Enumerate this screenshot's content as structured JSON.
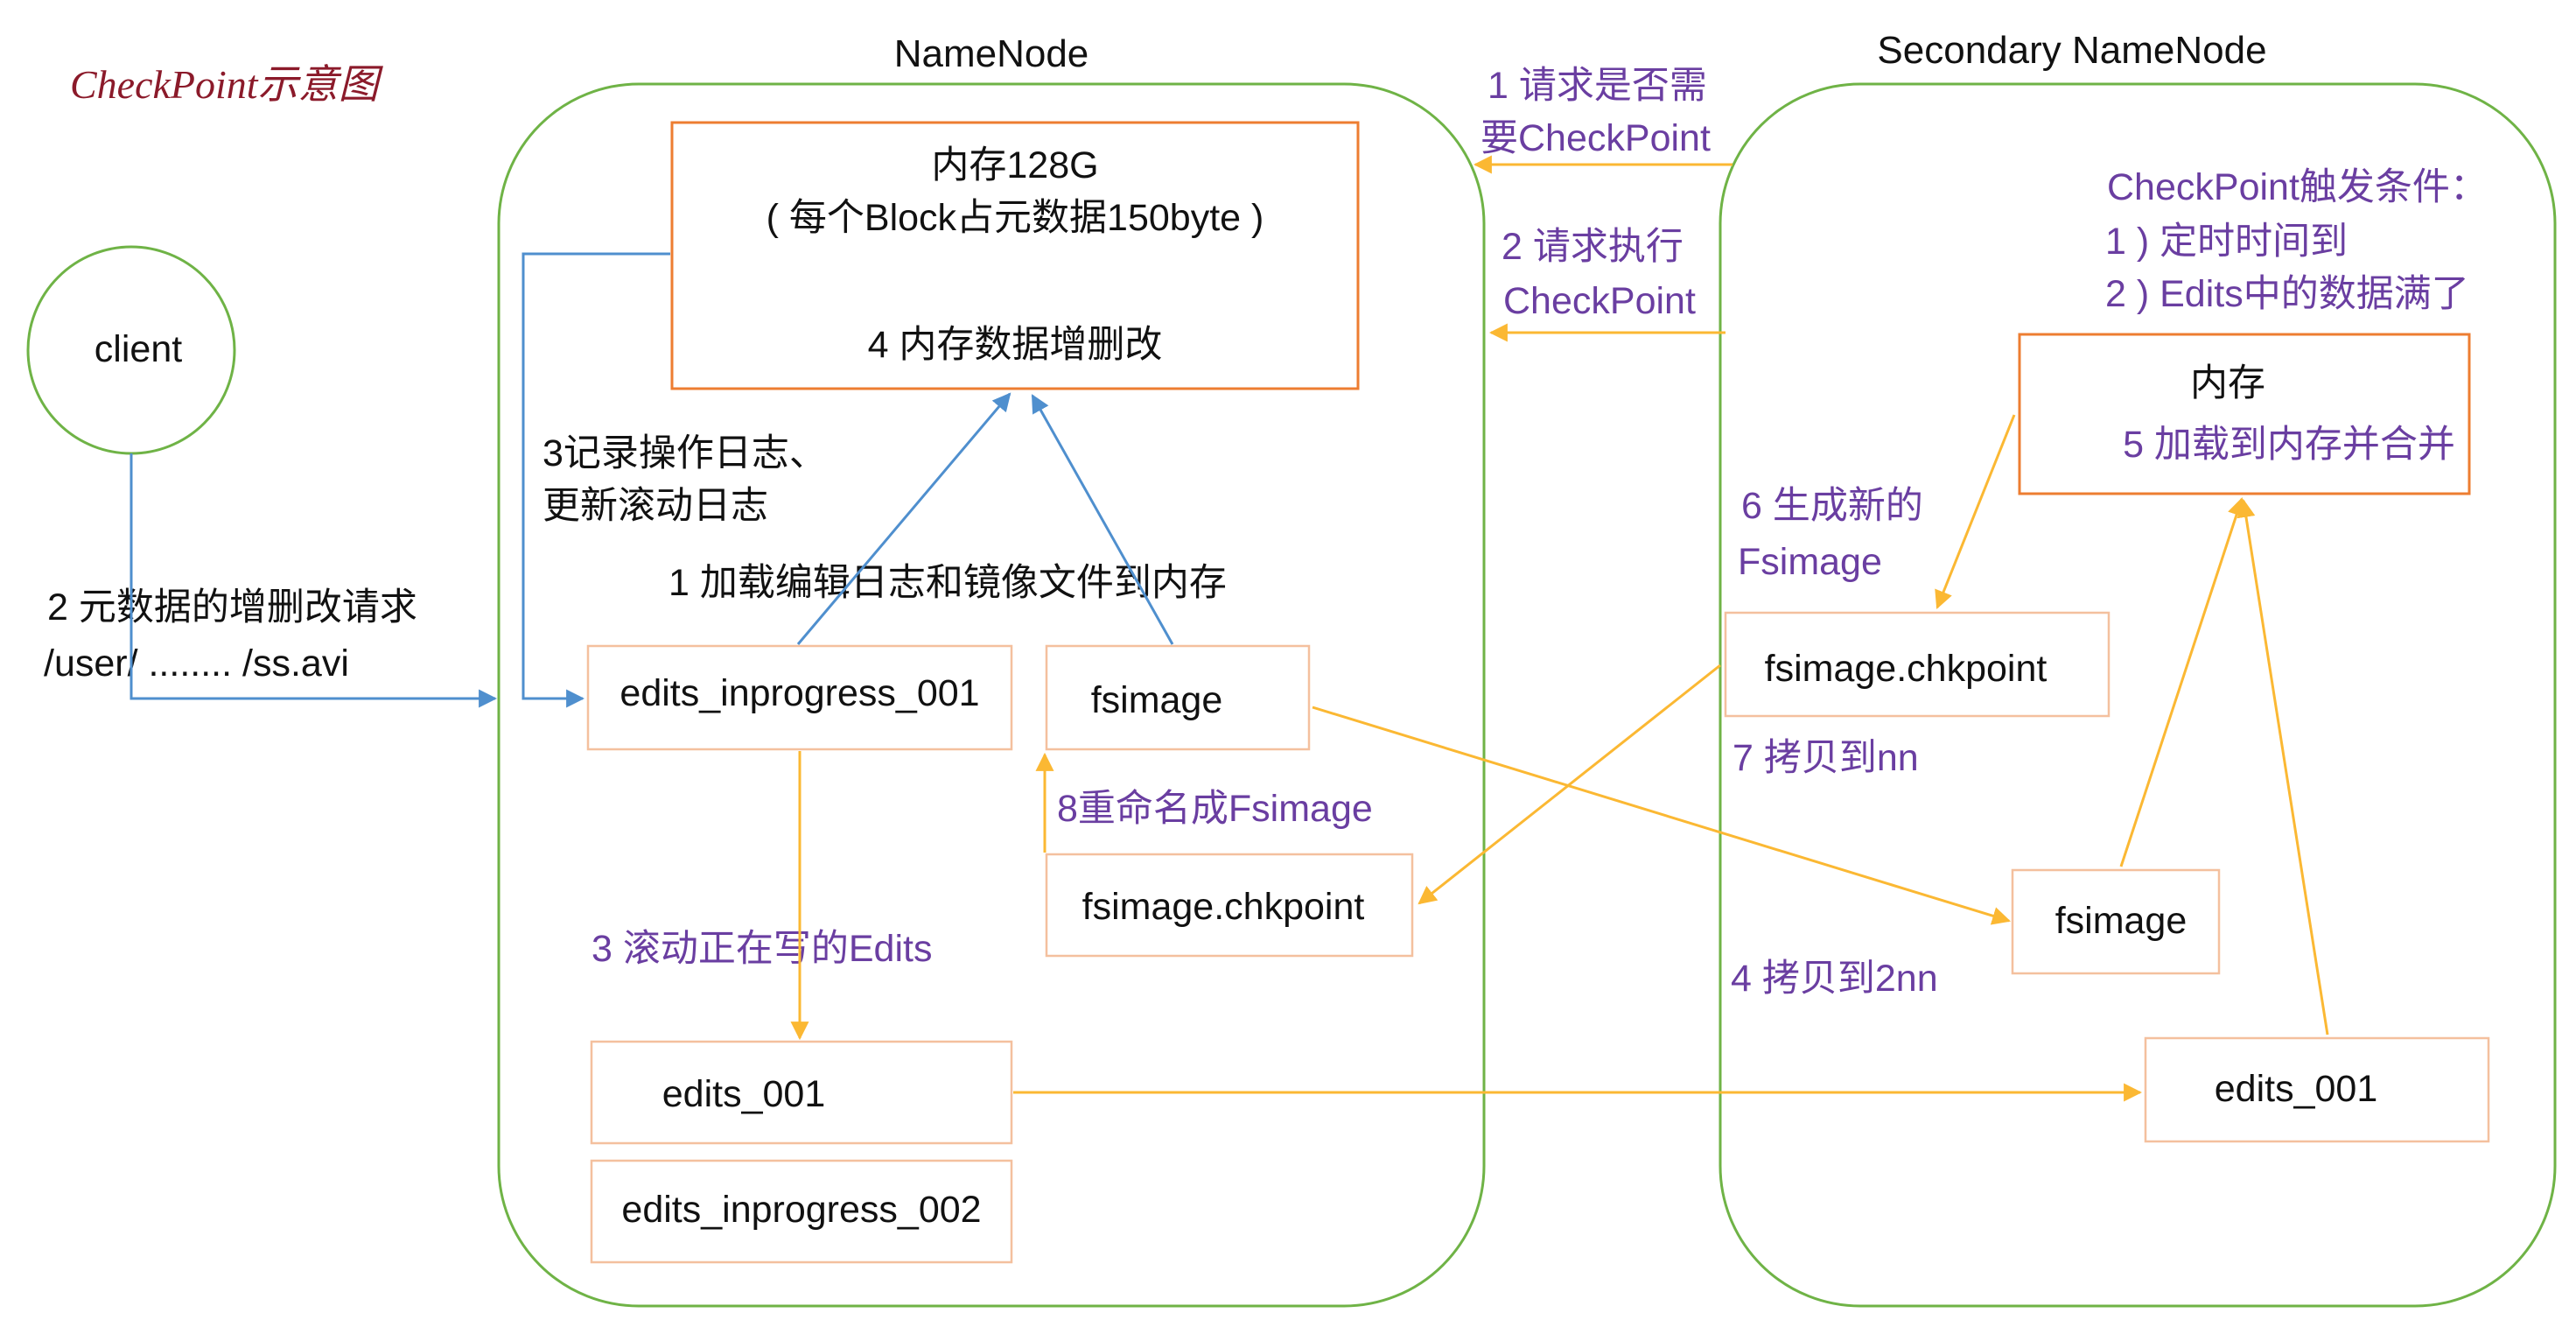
{
  "title": "CheckPoint示意图",
  "colors": {
    "container": "#6fb346",
    "memory_box": "#ed7d31",
    "file_box": "#f4c09e",
    "blue_arrow": "#4f8fce",
    "yellow_arrow": "#fbb833",
    "purple_text": "#6a3ea1",
    "title_red": "#8b1a2a"
  },
  "client": {
    "label": "client"
  },
  "client_request": {
    "line1": "2 元数据的增删改请求",
    "line2": "/user/ ........ /ss.avi"
  },
  "namenode": {
    "title": "NameNode",
    "memory": {
      "line1": "内存128G",
      "line2": "( 每个Block占元数据150byte )",
      "line3": "4 内存数据增删改"
    },
    "step3_log": {
      "line1": "3记录操作日志、",
      "line2": "更新滚动日志"
    },
    "step1_load": "1 加载编辑日志和镜像文件到内存",
    "edits_inprogress_001": "edits_inprogress_001",
    "fsimage": "fsimage",
    "step8_rename": "8重命名成Fsimage",
    "fsimage_chkpoint": "fsimage.chkpoint",
    "step3_roll": "3 滚动正在写的Edits",
    "edits_001": "edits_001",
    "edits_inprogress_002": "edits_inprogress_002"
  },
  "secondary": {
    "title": "Secondary NameNode",
    "trigger": {
      "line1": "CheckPoint触发条件：",
      "line2": "1 ) 定时时间到",
      "line3": "2 ) Edits中的数据满了"
    },
    "memory": {
      "line1": "内存",
      "line2": "5 加载到内存并合并"
    },
    "step6": {
      "line1": "6 生成新的",
      "line2": "Fsimage"
    },
    "fsimage_chkpoint": "fsimage.chkpoint",
    "step7": "7 拷贝到nn",
    "fsimage": "fsimage",
    "step4": "4 拷贝到2nn",
    "edits_001": "edits_001"
  },
  "between": {
    "step1": {
      "line1": "1 请求是否需",
      "line2": "要CheckPoint"
    },
    "step2": {
      "line1": "2 请求执行",
      "line2": "CheckPoint"
    }
  }
}
